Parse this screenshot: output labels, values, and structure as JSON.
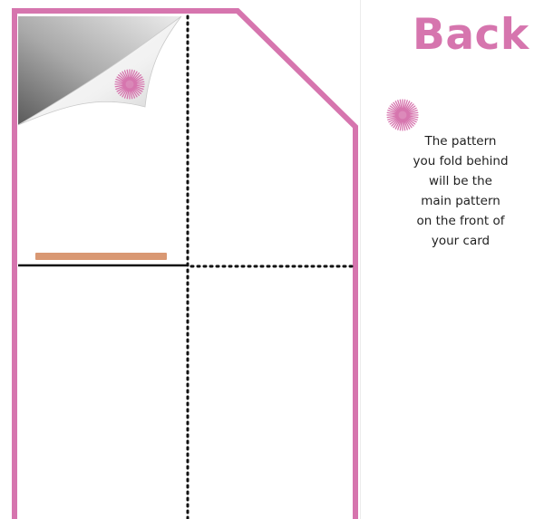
{
  "header": {
    "title": "Back"
  },
  "instructions": {
    "note": "The pattern\nyou fold behind\nwill be the\nmain pattern\non the front of\nyour card",
    "pattern_icon": "pink-starburst-icon"
  },
  "template": {
    "outline_color": "#d675ae",
    "pattern_color": "#d675ae",
    "slot_color": "#d99873",
    "line_color": "#111111",
    "fold_line_style": "dotted",
    "cut_line_style": "solid"
  }
}
